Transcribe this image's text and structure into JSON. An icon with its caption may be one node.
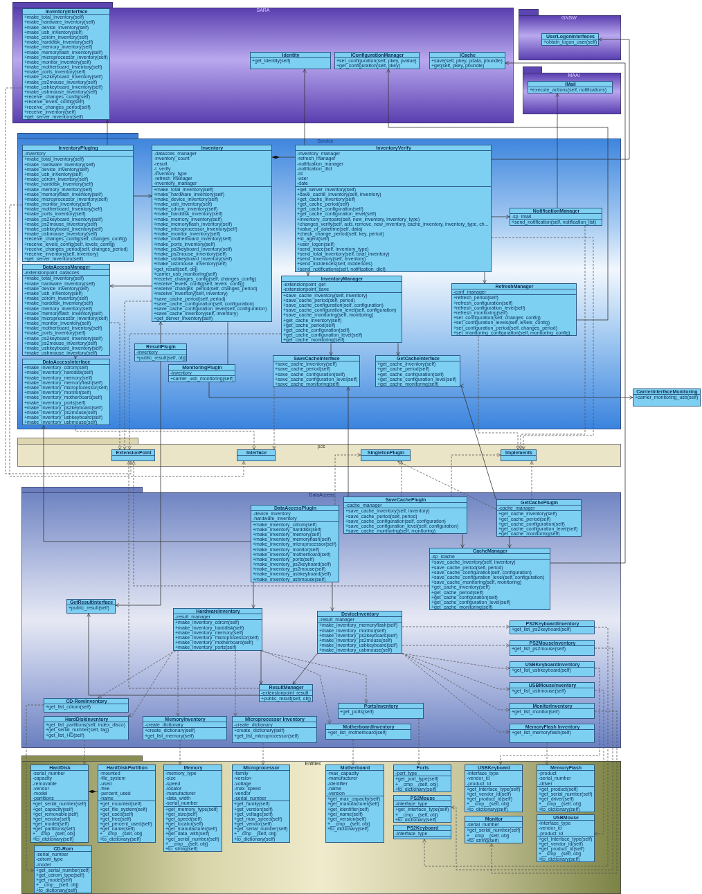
{
  "diagram": {
    "nodes": [
      {
        "text": [
          "SARA"
        ]
      },
      {
        "text": [
          "InventoryInterface",
          "+make_total_inventory(self)",
          "+make_hardware_inventory(self)",
          "+make_device_inventory(self)",
          "+make_usb_inventory(self)",
          "+make_cdrom_inventory(self)",
          "+make_harddisk_inventory(self)",
          "+make_memory_inventory(self)",
          "+make_memoryflash_inventory(self)",
          "+make_microprocessor_inventory(self)",
          "+make_monitor_inventory(self)",
          "+make_motherboard_inventory(self)",
          "+make_ports_inventory(self)",
          "+make_ps2keyboard_inventory(self)",
          "+make_ps2mouse_inventory(self)",
          "+make_usbkeyboard_inventory(self)",
          "+make_usbmouse_inventory(self)",
          "+receive_changes_config(self)",
          "+receive_levels_config(self)",
          "+receive_changes_period(self)",
          "+receive_inventory(self)",
          "+get_server_inventory(self)"
        ],
        "in": 0
      },
      {
        "text": [
          "Identity",
          "+get_identity(self)"
        ],
        "in": 0
      },
      {
        "text": [
          "IConfigurationManager",
          "+set_configuration(self, pkey, pvalue)",
          "+get_configuration(self, pkey)"
        ],
        "in": 0
      },
      {
        "text": [
          "ICache",
          "+save(self, pkey, pdata, pbundle)",
          "+get(self, pkey, pbundle)"
        ],
        "in": 0
      },
      {
        "text": [
          "GNSW"
        ]
      },
      {
        "text": [
          "UserLogonInterfaces",
          "+obtain_logon_user(self)"
        ],
        "in": 5
      },
      {
        "text": [
          "MAAI"
        ]
      },
      {
        "text": [
          "IMail",
          "+execute_actions(self, notifications)"
        ],
        "in": 7
      },
      {
        "text": [
          "Service"
        ]
      },
      {
        "text": [
          "InventoryPluging",
          "-inventory",
          "+make_total_inventory(self)",
          "+make_hardware_inventory(self)",
          "+make_device_inventory(self)",
          "+make_usb_inventory(self)",
          "+make_cdrom_inventory(self)",
          "+make_harddisk_inventory(self)",
          "+make_memory_inventory(self)",
          "+make_memoryflash_inventory(self)",
          "+make_microprocessor_inventory(self)",
          "+make_monitor_inventory(self)",
          "+make_motherboard_inventory(self)",
          "+make_ports_inventory(self)",
          "+make_ps2keyboard_inventory(self)",
          "+make_ps2mouse_inventory(self)",
          "+make_usbkeyboard_inventory(self)",
          "+make_usbmouse_inventory(self)",
          "+receive_changes_config(self, changes_config)",
          "+receive_levels_config(self, levels_config)",
          "+receive_changes_period(self, changes_period)",
          "+receive_inventory(self, inventory)",
          "+get_server_inventory(self)"
        ],
        "in": 9
      },
      {
        "text": [
          "Inventory",
          "-datacces_manager",
          "-inventory_count",
          "-result",
          "-i_verify",
          "-inventory_type",
          "-refresh_manager",
          "-inventory_manager",
          "+make_total_inventory(self)",
          "+make_hardware_inventory(self)",
          "+make_device_inventory(self)",
          "+make_usb_inventory(self)",
          "+make_cdrom_inventory(self)",
          "+make_harddisk_inventory(self)",
          "+make_memory_inventory(self)",
          "+make_memoryflash_inventory(self)",
          "+make_microprocessor_inventory(self)",
          "+make_monitor_inventory(self)",
          "+make_motherboard_inventory(self)",
          "+make_ports_inventory(self)",
          "+make_ps2keyboard_inventory(self)",
          "+make_ps2mouse_inventory(self)",
          "+make_usbkeyboard_inventory(self)",
          "+make_usbmouse_inventory(self)",
          "+get_result(self, obj)",
          "+carrier_usb_monitoring(self)",
          "+receive_changes_config(self, changes_config)",
          "+receive_levels_config(self, levels_config)",
          "+receive_changes_period(self, changes_period)",
          "+receive_inventory(self, inventory)",
          "+save_cache_period(self, period)",
          "+save_cache_configuration(self, configuration)",
          "+save_cache_configuration_level(self, configuration)",
          "+save_cache_inventory(self, inventory)",
          "+get_server_inventory(self)"
        ],
        "in": 9
      },
      {
        "text": [
          "InventoryVerify",
          "-inventory_manager",
          "-refresh_manager",
          "-notification_manager",
          "-notification_dict",
          "-id",
          "-user",
          "-date",
          "+get_server_inventory(self)",
          "+save_cache_inventory(self, inventory)",
          "+get_cache_inventory(self)",
          "+get_cache_period(self)",
          "+get_cache_configuration(self)",
          "+get_cache_configuration_level(self)",
          "+inventory_compare(self, new_inventory, inventory_type)",
          "+changes_verify(self, add, remove, new_inventory, cache_inventory, inventory_type, ch...",
          "+value_of_datetime(self, data)",
          "+check_change_period(self, key, period)",
          "+id_agent(self)",
          "+user_logon(self)",
          "+send_trace(self, inventory_type)",
          "+send_total_inventory(self, total_inventory)",
          "+send_inventory(self, inventory)",
          "+send_incidences(self, incidences)",
          "+send_notifications(self, notification_dict)"
        ],
        "in": 9
      },
      {
        "text": [
          "NotificationManager",
          "-sp_imail",
          "+send_notification(self, notification_list)"
        ],
        "in": 9
      },
      {
        "text": [
          "DataAccessManager",
          "-extensionpoint_datacces",
          "+make_total_inventory(self)",
          "+make_hardware_inventory(self)",
          "+make_device_inventory(self)",
          "+make_usb_inventory(self)",
          "+make_cdrom_inventory(self)",
          "+make_harddisk_inventory(self)",
          "+make_memory_inventory(self)",
          "+make_memoryflash_inventory(self)",
          "+make_microprocessor_inventory(self)",
          "+make_monitor_inventory(self)",
          "+make_motherboard_inventory(self)",
          "+make_ports_inventory(self)",
          "+make_ps2keyboard_inventory(self)",
          "+make_ps2mouse_inventory(self)",
          "+make_usbkeyboard_inventory(self)",
          "+make_usbmouse_inventory(self)"
        ],
        "in": 9
      },
      {
        "text": [
          "InventoryManager",
          "-extensionpoint_get",
          "-extensionpoint_save",
          "+save_cache_inventory(self, inventory)",
          "+save_cache_period(self, period)",
          "+save_cache_configuration(self, configuration)",
          "+save_cache_configuration_level(self, configuration)",
          "+save_cache_monitoring(self, monitoring)",
          "+get_cache_inventory(self)",
          "+get_cache_period(self)",
          "+get_cache_configuration(self)",
          "+get_cache_configuration_level(self)",
          "+get_cache_monitoring(self)"
        ],
        "in": 9
      },
      {
        "text": [
          "RefreshManager",
          "-conf_manager",
          "+refresh_period(self)",
          "+refresh_configuration(self)",
          "+refresh_configuration_level(self)",
          "+refresh_monitoring(self)",
          "+set_configuration(self, changes_config)",
          "+set_configuration_levels(self, levels_config)",
          "+set_configuration_period(self, changes_period)",
          "+set_monitoring_configuration(self, monitoring_config)"
        ],
        "in": 9
      },
      {
        "text": [
          "DataAccessInterface",
          "+make_inventory_cdrom(self)",
          "+make_inventory_harddisk(self)",
          "+make_inventory_memory(self)",
          "+make_inventory_memoryflash(self)",
          "+make_inventory_microprocessor(self)",
          "+make_inventory_monitor(self)",
          "+make_inventory_motherboard(self)",
          "+make_inventory_ports(self)",
          "+make_inventory_ps2keyboard(self)",
          "+make_inventory_ps2mouse(self)",
          "+make_inventory_usbkeyboard(self)",
          "+make_inventory_usbmouse(self)"
        ],
        "in": 9
      },
      {
        "text": [
          "ResultPlugin",
          "-inventory",
          "+public_result(self, obj)"
        ],
        "in": 9
      },
      {
        "text": [
          "MonitoringPlugin",
          "-inventory",
          "+carrier_usb_monitoring(self)"
        ],
        "in": 9
      },
      {
        "text": [
          "SaveCacheInterface",
          "+save_cache_inventory(self)",
          "+save_cache_period(self)",
          "+save_cache_configuration(self)",
          "+save_cache_configuration_level(self)",
          "+save_cache_monitoring(self)"
        ],
        "in": 9
      },
      {
        "text": [
          "GetCacheInterface",
          "+get_cache_inventory(self)",
          "+get_cache_period(self)",
          "+get_cache_configuration(self)",
          "+get_cache_configuration_level(self)",
          "+get_cache_monitoring(self)"
        ],
        "in": 9
      },
      {
        "text": [
          "CarrierInterfaceMonitoring",
          "+carrier_monitoring_usb(self)"
        ]
      },
      {
        "text": [
          "pcs"
        ]
      },
      {
        "text": [
          "ExtensionPoint"
        ],
        "in": 23
      },
      {
        "text": [
          "Interface"
        ],
        "in": 23
      },
      {
        "text": [
          "SingletonPlugin"
        ],
        "in": 23
      },
      {
        "text": [
          "Implements"
        ],
        "in": 23
      },
      {
        "text": [
          "DataAccess"
        ]
      },
      {
        "text": [
          "DataAccessPlugin",
          "-device_inventory",
          "-hardware_inventory",
          "+make_inventory_cdrom(self)",
          "+make_inventory_harddisk(self)",
          "+make_inventory_memory(self)",
          "+make_inventory_memoryflash(self)",
          "+make_inventory_microprocessor(self)",
          "+make_inventory_monitor(self)",
          "+make_inventory_motherboard(self)",
          "+make_inventory_ports(self)",
          "+make_inventory_ps2keyboard(self)",
          "+make_inventory_ps2mouse(self)",
          "+make_inventory_usbkeyboard(self)",
          "+make_inventory_usbmouse(self)"
        ],
        "in": 28
      },
      {
        "text": [
          "SaveCachePlugin",
          "-cache_manager",
          "+save_cache_inventory(self, inventory)",
          "+save_cache_period(self, period)",
          "+save_cache_configuration(self, configuration)",
          "+save_cache_configuration_level(self, configuration)",
          "+save_cache_monitoring(self, monitoring)"
        ],
        "in": 28
      },
      {
        "text": [
          "GetCachePlugin",
          "-cache_manager",
          "+get_cache_inventory(self)",
          "+get_cache_period(self)",
          "+get_cache_configuration(self)",
          "+get_cache_configuration_level(self)",
          "+get_cache_monitoring(self)"
        ],
        "in": 28
      },
      {
        "text": [
          "CacheManager",
          "-sp_icache",
          "+save_cache_inventory(self, inventory)",
          "+save_cache_period(self, period)",
          "+save_cache_configuration(self, configuration)",
          "+save_cache_configuration_level(self, configuration)",
          "+save_cache_monitoring(self, monitoring)",
          "+get_cache_inventory(self)",
          "+get_cache_period(self)",
          "+get_cache_configuration(self)",
          "+get_cache_configuration_level(self)",
          "+get_cache_monitoring(self)"
        ],
        "in": 28
      },
      {
        "text": [
          "GetResultInterface",
          "+public_result(self)"
        ],
        "in": 28
      },
      {
        "text": [
          "HardwareInventory",
          "-result_manager",
          "+make_inventory_cdrom(self)",
          "+make_inventory_harddisk(self)",
          "+make_inventory_memory(self)",
          "+make_inventory_microprocessor(self)",
          "+make_inventory_motherboard(self)",
          "+make_inventory_ports(self)"
        ],
        "in": 28
      },
      {
        "text": [
          "DeviceInventory",
          "-result_manager",
          "+make_inventory_memoryflash(self)",
          "+make_inventory_monitor(self)",
          "+make_inventory_ps2keyboard(self)",
          "+make_inventory_ps2mouse(self)",
          "+make_inventory_usbkeyboard(self)",
          "+make_inventory_usbmouse(self)"
        ],
        "in": 28
      },
      {
        "text": [
          "PS2KeyboardInventory",
          "+get_list_ps2keyboard(self)"
        ],
        "in": 28
      },
      {
        "text": [
          "PS2MouseInventory",
          "+get_list_ps2mouse(self)"
        ],
        "in": 28
      },
      {
        "text": [
          "USBKeyboardInventory",
          "+get_list_usbkeyboard(self)"
        ],
        "in": 28
      },
      {
        "text": [
          "ResultManager",
          "-extensionpoint_result",
          "+public_result(self, obj)"
        ],
        "in": 28
      },
      {
        "text": [
          "USBMouseInventory",
          "+get_list_usbmouse(self)"
        ],
        "in": 28
      },
      {
        "text": [
          "CD-RomInventory",
          "+get_list_cdrom(self)"
        ],
        "in": 28
      },
      {
        "text": [
          "MonitorInventory",
          "+get_list_monitor(self)"
        ],
        "in": 28
      },
      {
        "text": [
          "PortsInventory",
          "+get_ports(self)"
        ],
        "in": 28
      },
      {
        "text": [
          "HardDiskInventory",
          "+get_list_partitions(self, index_disco)",
          "+get_serial_number(self, tag)",
          "+get_list_HD(self)"
        ],
        "in": 28
      },
      {
        "text": [
          "MemoryInventory",
          "-create_dictionary",
          "+create_dictionary(self)",
          "+get_list_memory(self)"
        ],
        "in": 28
      },
      {
        "text": [
          "Microprocessor Inventory",
          "-create_dictionary",
          "+create_dictionary(self)",
          "+get_list_microprocessor(self)"
        ],
        "in": 28
      },
      {
        "text": [
          "MotherboardInventory",
          "+get_list_motherboard(self)"
        ],
        "in": 28
      },
      {
        "text": [
          "MemoryFlash Inventory",
          "+get_list_memoryflash(self)"
        ],
        "in": 28
      },
      {
        "text": [
          "Entities"
        ]
      },
      {
        "text": [
          "HardDisk",
          "-serial_number",
          "-capacity",
          "-removable",
          "-vendor",
          "-model",
          "-partitions",
          "+get_serial_number(self)",
          "+get_capacity(self)",
          "+get_removable(self)",
          "+get_vendor(self)",
          "+get_model(self)",
          "+get_partitions(self)",
          "+__cmp__(self, obj)",
          "+to_dictionary(self)"
        ],
        "in": 49
      },
      {
        "text": [
          "HardDiskPartition",
          "-mounted",
          "-file_system",
          "-used",
          "-free",
          "-percent_used",
          "-name",
          "+get_mounted(self)",
          "+get_file_system(self)",
          "+get_used(self)",
          "+get_free(self)",
          "+get_percent_used(self)",
          "+get_name(self)",
          "+__cmp__(self, obj)",
          "+to_dictionary(self)"
        ],
        "in": 49
      },
      {
        "text": [
          "Memory",
          "-memory_type",
          "-size",
          "-speed",
          "-locator",
          "-manufacturer",
          "-data_width",
          "-serial_number",
          "+get_memory_type(self)",
          "+get_size(self)",
          "+get_speed(self)",
          "+get_locator(self)",
          "+get_manufacturer(self)",
          "+get_data_with(self)",
          "+get_serial_number(self)",
          "+__cmp__(self, obj)",
          "+to_string(self)"
        ],
        "in": 49
      },
      {
        "text": [
          "Microprocessor",
          "-family",
          "-version",
          "-voltage",
          "-max_speed",
          "-vendor",
          "-serial_number",
          "+get_family(self)",
          "+get_version(self)",
          "+get_voltage(self)",
          "+get_max_speed(self)",
          "+get_vendor(self)",
          "+get_serial_number(self)",
          "+__cmp__(self, obj)",
          "+to_dictionary(self)"
        ],
        "in": 49
      },
      {
        "text": [
          "Motherboard",
          "-max_capacity",
          "-manufacturer",
          "-identifier",
          "-name",
          "-version",
          "+get_max_capacity(self)",
          "+get_manufacturer(self)",
          "+get_identifier(self)",
          "+get_name(self)",
          "+get_version(self)",
          "+__cmp__(self, obj)",
          "+to_dictionary(self)"
        ],
        "in": 49
      },
      {
        "text": [
          "Ports",
          "-port_type",
          "+get_port_type(self)",
          "+__cmp__(self, obj)",
          "+to_dictionary(self)"
        ],
        "in": 49
      },
      {
        "text": [
          "USBKeyboard",
          "-interface_type",
          "-vendor_id",
          "-product_id",
          "+get_interface_type(self)",
          "+get_vendor_id(self)",
          "+get_product_id(self)",
          "+__cmp__(self, obj)",
          "+to_dictionary(self)"
        ],
        "in": 49
      },
      {
        "text": [
          "MemoryFlash",
          "-product",
          "-serial_number",
          "-driver",
          "+get_product(self)",
          "+get_serial_number(self)",
          "+get_driver(self)",
          "+__cmp__(self, obj)",
          "+to_dictionary(self)"
        ],
        "in": 49
      },
      {
        "text": [
          "PS2Mouse",
          "-interface_type",
          "+get_interface_type(self)",
          "+__cmp__(self, obj)",
          "+to_dictionary(self)"
        ],
        "in": 49
      },
      {
        "text": [
          "Monitor",
          "-serial_number",
          "+get_serial_number(self)",
          "+__cmp__(self, obj)",
          "+to_string(self)"
        ],
        "in": 49
      },
      {
        "text": [
          "USBMouse",
          "-interface_type",
          "-vendor_id",
          "-product_id",
          "+get_interface_type(self)",
          "+get_vendor_id(self)",
          "+get_product_id(self)",
          "+__cmp__(self, obj)",
          "+to_dictionary(self)"
        ],
        "in": 49
      },
      {
        "text": [
          "PS2Keyboard",
          "-interface_type"
        ],
        "in": 49
      },
      {
        "text": [
          "CD-Rom",
          "-serial_number",
          "-cdrom_type",
          "-model",
          "+get_serial_number(self)",
          "+get_cdrom_type(self)",
          "+get_model(self)",
          "+__cmp__(self, obj)",
          "+to_dictionary(self)"
        ],
        "in": 49
      }
    ],
    "edges": [
      {
        "from": 10,
        "to": 1,
        "arrow": "to"
      },
      {
        "from": 12,
        "to": 2,
        "arrow": "to"
      },
      {
        "from": 16,
        "to": 3,
        "arrow": "to"
      },
      {
        "from": 32,
        "to": 4,
        "arrow": "to"
      },
      {
        "from": 12,
        "to": 6,
        "arrow": "to"
      },
      {
        "from": 13,
        "to": 8,
        "arrow": "to"
      },
      {
        "from": 12,
        "to": 13,
        "arrow": "to"
      },
      {
        "from": 12,
        "to": 16,
        "arrow": "to"
      },
      {
        "from": 12,
        "to": 11,
        "arrow": "other"
      },
      {
        "from": 12,
        "to": 15,
        "arrow": "to"
      },
      {
        "from": 10,
        "to": 11,
        "arrow": "to"
      },
      {
        "from": 11,
        "to": 14,
        "arrow": "to"
      },
      {
        "from": 14,
        "to": 17,
        "arrow": "to"
      },
      {
        "from": 15,
        "to": 20,
        "arrow": "to"
      },
      {
        "from": 15,
        "to": 21,
        "arrow": "to"
      },
      {
        "from": 11,
        "to": 19,
        "arrow": "none"
      },
      {
        "from": 19,
        "to": 22,
        "arrow": "to"
      },
      {
        "from": 30,
        "to": 20,
        "arrow": "to"
      },
      {
        "from": 31,
        "to": 21,
        "arrow": "to"
      },
      {
        "from": 30,
        "to": 32,
        "arrow": "to"
      },
      {
        "from": 31,
        "to": 32,
        "arrow": "to"
      },
      {
        "from": 29,
        "to": 17,
        "arrow": "to"
      },
      {
        "from": 29,
        "to": 34,
        "arrow": "to"
      },
      {
        "from": 29,
        "to": 35,
        "arrow": "to"
      },
      {
        "from": 34,
        "to": 39,
        "arrow": "to"
      },
      {
        "from": 35,
        "to": 39,
        "arrow": "to"
      },
      {
        "from": 39,
        "to": 33,
        "arrow": "to"
      },
      {
        "from": 18,
        "to": 11,
        "arrow": "to"
      },
      {
        "from": 18,
        "to": 33,
        "arrow": "to"
      },
      {
        "from": 34,
        "to": 41,
        "arrow": "to",
        "style": "dashed"
      },
      {
        "from": 34,
        "to": 44,
        "arrow": "to",
        "style": "dashed"
      },
      {
        "from": 34,
        "to": 45,
        "arrow": "to",
        "style": "dashed"
      },
      {
        "from": 34,
        "to": 46,
        "arrow": "to",
        "style": "dashed"
      },
      {
        "from": 34,
        "to": 47,
        "arrow": "to",
        "style": "dashed"
      },
      {
        "from": 34,
        "to": 43,
        "arrow": "to",
        "style": "dashed"
      },
      {
        "from": 35,
        "to": 36,
        "arrow": "to",
        "style": "dashed"
      },
      {
        "from": 35,
        "to": 37,
        "arrow": "to",
        "style": "dashed"
      },
      {
        "from": 35,
        "to": 38,
        "arrow": "to",
        "style": "dashed"
      },
      {
        "from": 35,
        "to": 40,
        "arrow": "to",
        "style": "dashed"
      },
      {
        "from": 35,
        "to": 42,
        "arrow": "to",
        "style": "dashed"
      },
      {
        "from": 35,
        "to": 48,
        "arrow": "to",
        "style": "dashed"
      },
      {
        "from": 44,
        "to": 50,
        "arrow": "to",
        "style": "dashed"
      },
      {
        "from": 45,
        "to": 52,
        "arrow": "to",
        "style": "dashed"
      },
      {
        "from": 46,
        "to": 53,
        "arrow": "to",
        "style": "dashed"
      },
      {
        "from": 47,
        "to": 54,
        "arrow": "to",
        "style": "dashed"
      },
      {
        "from": 43,
        "to": 55,
        "arrow": "to",
        "style": "dashed"
      },
      {
        "from": 48,
        "to": 57,
        "arrow": "to",
        "style": "dashed"
      },
      {
        "from": 38,
        "to": 56,
        "arrow": "to",
        "style": "dashed"
      },
      {
        "from": 41,
        "to": 62,
        "arrow": "to",
        "style": "dashed"
      },
      {
        "from": 36,
        "to": 61,
        "arrow": "to",
        "style": "dashed"
      },
      {
        "from": 37,
        "to": 58,
        "arrow": "to",
        "style": "dashed"
      },
      {
        "from": 42,
        "to": 59,
        "arrow": "to",
        "style": "dashed"
      },
      {
        "from": 40,
        "to": 60,
        "arrow": "to",
        "style": "dashed"
      },
      {
        "from": 51,
        "to": 50,
        "arrow": "other"
      },
      {
        "from": 14,
        "to": 24,
        "arrow": "to",
        "style": "dashed"
      },
      {
        "from": 11,
        "to": 24,
        "arrow": "to",
        "style": "dashed"
      },
      {
        "from": 15,
        "to": 24,
        "arrow": "to",
        "style": "dashed"
      },
      {
        "from": 17,
        "to": 25,
        "arrow": "to",
        "style": "dashed"
      },
      {
        "from": 20,
        "to": 25,
        "arrow": "to",
        "style": "dashed"
      },
      {
        "from": 16,
        "to": 27,
        "arrow": "to",
        "style": "dashed"
      },
      {
        "from": 13,
        "to": 27,
        "arrow": "to",
        "style": "dashed"
      },
      {
        "from": 12,
        "to": 27,
        "arrow": "to",
        "style": "dashed"
      },
      {
        "from": 30,
        "to": 27,
        "arrow": "to",
        "style": "dashed"
      },
      {
        "from": 29,
        "to": 26,
        "arrow": "to",
        "style": "dashed"
      },
      {
        "from": 31,
        "to": 27,
        "arrow": "to",
        "style": "dashed"
      },
      {
        "from": 31,
        "to": 26,
        "arrow": "to",
        "style": "dashed"
      },
      {
        "from": 30,
        "to": 26,
        "arrow": "to",
        "style": "dashed"
      },
      {
        "from": 32,
        "to": 24,
        "arrow": "to",
        "style": "dashed"
      },
      {
        "from": 39,
        "to": 24,
        "arrow": "to",
        "style": "dashed"
      },
      {
        "from": 1,
        "to": 24,
        "arrow": "to",
        "style": "dashed"
      },
      {
        "from": 10,
        "to": 25,
        "arrow": "to",
        "style": "dashed"
      }
    ]
  }
}
